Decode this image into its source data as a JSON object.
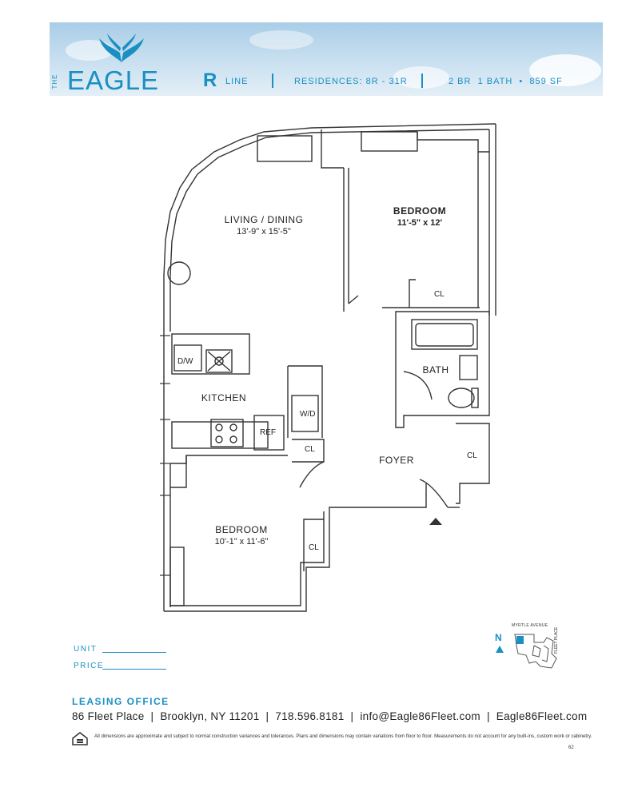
{
  "header": {
    "brand_prefix": "THE",
    "brand_name": "EAGLE",
    "line_letter": "R",
    "line_label": "LINE",
    "residences": "RESIDENCES: 8R - 31R",
    "unit_summary": "2 BR  1 BATH  •  859 SF",
    "brand_color": "#1a8fc2"
  },
  "rooms": {
    "living_dining": {
      "name": "LIVING / DINING",
      "dims": "13'-9\" x 15'-5\""
    },
    "bedroom1": {
      "name": "BEDROOM",
      "dims": "11'-5\" x 12'"
    },
    "bedroom2": {
      "name": "BEDROOM",
      "dims": "10'-1\" x 11'-6\""
    },
    "kitchen": {
      "name": "KITCHEN"
    },
    "bath": {
      "name": "BATH"
    },
    "foyer": {
      "name": "FOYER"
    }
  },
  "fixtures": {
    "dishwasher": "D/W",
    "washer_dryer": "W/D",
    "refrigerator": "REF",
    "closet": "CL"
  },
  "key_plan": {
    "street_top": "MYRTLE AVENUE",
    "street_side": "FLEET PLACE",
    "north": "N"
  },
  "form": {
    "unit_label": "UNIT",
    "price_label": "PRICE"
  },
  "footer": {
    "office_title": "LEASING OFFICE",
    "address": "86 Fleet Place",
    "city": "Brooklyn, NY 11201",
    "phone": "718.596.8181",
    "email": "info@Eagle86Fleet.com",
    "website": "Eagle86Fleet.com",
    "disclaimer": "All dimensions are approximate and subject to normal construction variances and tolerances. Plans and dimensions may contain variations from floor to floor. Measurements do not account for any built-ins, custom work or cabinetry.",
    "page_number": "62"
  }
}
